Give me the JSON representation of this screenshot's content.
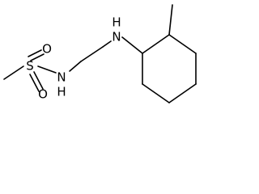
{
  "molecule": {
    "atoms": {
      "S": "S",
      "O_top": "O",
      "O_bottom": "O",
      "N_sulfonamide": "N",
      "H_sulfonamide": "H",
      "N_amine": "N",
      "H_amine": "H"
    }
  }
}
